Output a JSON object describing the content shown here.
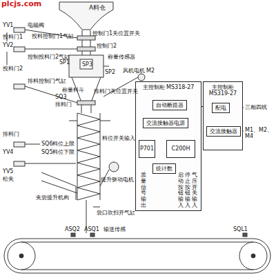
{
  "diagram": {
    "nodes": [
      {
        "text": [
          "A料仓"
        ]
      },
      {
        "text": [
          "主控制柜 MS318-27"
        ]
      },
      {
        "text": [
          "自动断路器"
        ],
        "in": 1
      },
      {
        "text": [
          "交流接触器电源"
        ],
        "in": 1
      },
      {
        "text": [
          "P701"
        ],
        "in": 1
      },
      {
        "text": [
          "C200H"
        ],
        "in": 1
      },
      {
        "text": [
          "统计数"
        ],
        "in": 1
      },
      {
        "text": [
          "主控制柜 MS319-27"
        ]
      },
      {
        "text": [
          "配电"
        ],
        "in": 7
      },
      {
        "text": [
          "交流接触器"
        ],
        "in": 7
      }
    ],
    "edges": [
      {
        "from": 8,
        "to": 2,
        "arrow": "none"
      },
      {
        "from": 2,
        "to": 3,
        "arrow": "none"
      },
      {
        "from": 3,
        "to": 5,
        "arrow": "none"
      },
      {
        "from": 4,
        "to": 5,
        "arrow": "none"
      },
      {
        "from": 5,
        "to": 6,
        "arrow": "none"
      },
      {
        "from": 8,
        "to": 9,
        "arrow": "none"
      }
    ],
    "labels": [
      "YV1",
      "电磁阀",
      "投料门1",
      "YV2",
      "投料控制门1气缸",
      "控制投料门2气缸",
      "投料门2",
      "控制门1关位置开关",
      "控制门2",
      "SP1",
      "SP3",
      "SP2",
      "称量传感器",
      "排料控制门气缸",
      "称量料斗",
      "排料门关位置开关",
      "SQ3",
      "排料门",
      "风机电机",
      "M2",
      "排料门",
      "YV4",
      "YV5",
      "松夹",
      "SQ6料位上限",
      "SQ5料位下限",
      "夹袋提升机构",
      "提升驱动电机",
      "袋口吹扫开气缸",
      "ASQ2",
      "ASQ1",
      "输送传感",
      "SQL1",
      "三相四线",
      "M1、M2、M4",
      "质量信号输出",
      "启动按钮输入",
      "停止按钮输入",
      "气压开关输入",
      "料位开关输入",
      "plcjs.com"
    ]
  }
}
